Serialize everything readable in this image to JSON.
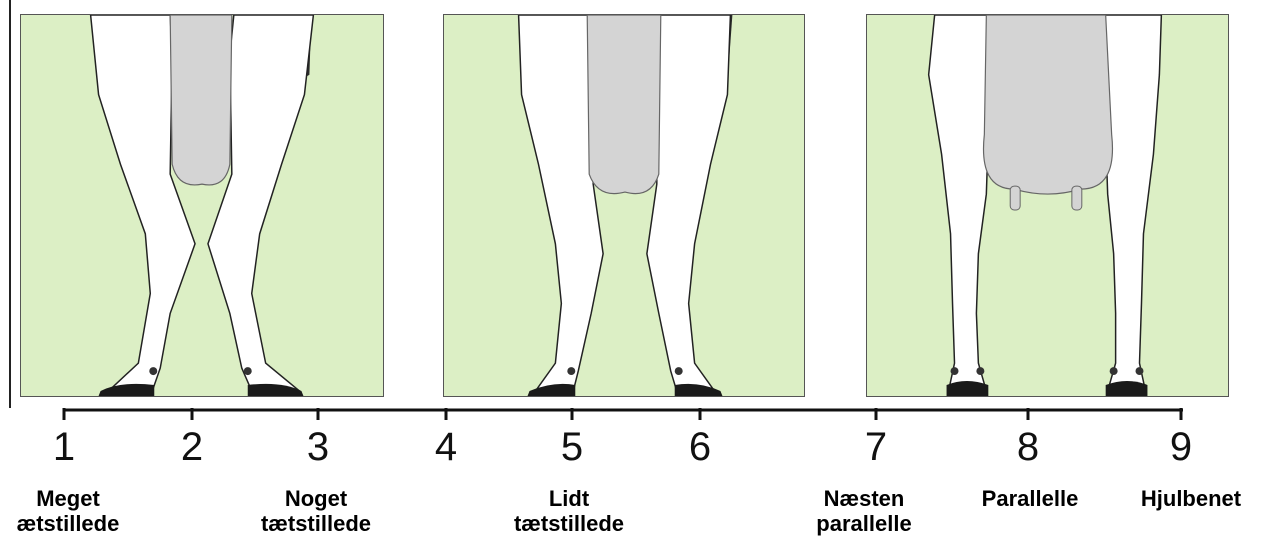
{
  "scale": {
    "numbers": [
      "1",
      "2",
      "3",
      "4",
      "5",
      "6",
      "7",
      "8",
      "9"
    ]
  },
  "labels": {
    "very_close_line1": "Meget",
    "very_close_line2": "ætstillede",
    "somewhat_close_line1": "Noget",
    "somewhat_close_line2": "tætstillede",
    "slightly_close_line1": "Lidt",
    "slightly_close_line2": "tætstillede",
    "nearly_parallel_line1": "Næsten",
    "nearly_parallel_line2": "parallelle",
    "parallel": "Parallelle",
    "bow_legged": "Hjulbenet"
  },
  "colors": {
    "panel_background": "#dcefc5",
    "udder": "#d4d4d4",
    "black_patch": "#2b2b2b",
    "hoof": "#1a1a1a"
  }
}
